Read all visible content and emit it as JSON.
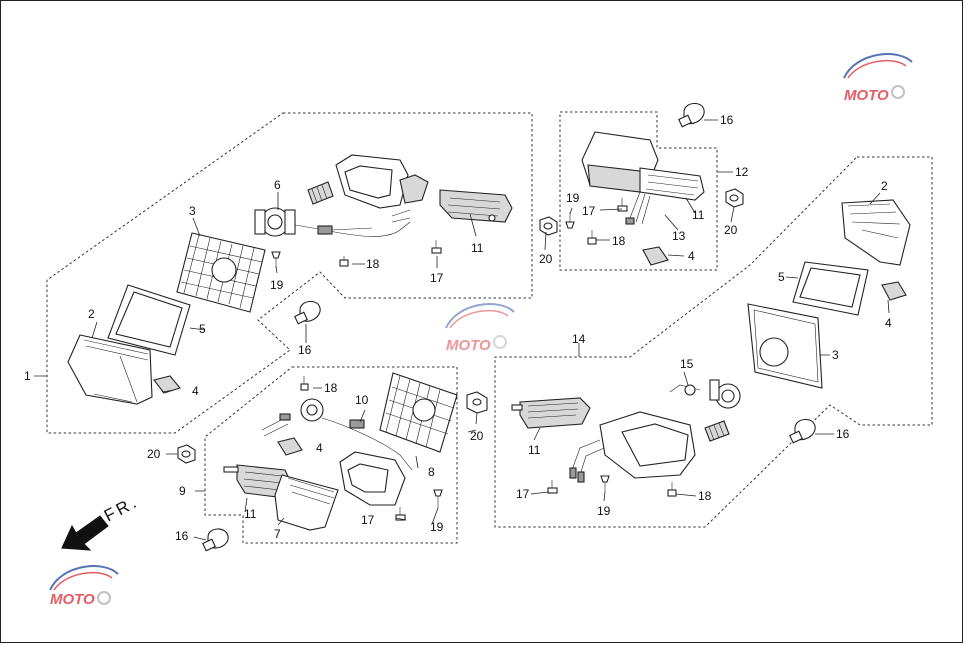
{
  "diagram": {
    "arrow_label": "FR.",
    "callouts": {
      "c1": "1",
      "c2a": "2",
      "c2b": "2",
      "c3a": "3",
      "c3b": "3",
      "c4a": "4",
      "c4b": "4",
      "c4c": "4",
      "c4d": "4",
      "c5a": "5",
      "c5b": "5",
      "c6": "6",
      "c7": "7",
      "c8": "8",
      "c9": "9",
      "c10": "10",
      "c11a": "11",
      "c11b": "11",
      "c11c": "11",
      "c11d": "11",
      "c12": "12",
      "c13": "13",
      "c14": "14",
      "c15": "15",
      "c16a": "16",
      "c16b": "16",
      "c16c": "16",
      "c16d": "16",
      "c17a": "17",
      "c17b": "17",
      "c17c": "17",
      "c17d": "17",
      "c18a": "18",
      "c18b": "18",
      "c18c": "18",
      "c18d": "18",
      "c19a": "19",
      "c19b": "19",
      "c19c": "19",
      "c19d": "19",
      "c20a": "20",
      "c20b": "20",
      "c20c": "20",
      "c20d": "20"
    },
    "watermark": {
      "text": "MOTO",
      "icon": "moto-logo-icon",
      "colors": [
        "#e0404a",
        "#3a5aa8",
        "#b8b8b8"
      ]
    }
  }
}
